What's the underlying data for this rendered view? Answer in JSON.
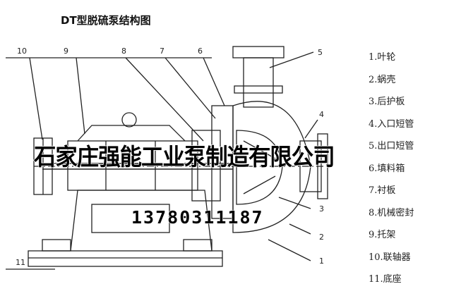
{
  "title": "DT型脱硫泵结构图",
  "callouts": [
    "10",
    "9",
    "8",
    "7",
    "6",
    "5",
    "4",
    "3",
    "2",
    "1",
    "11"
  ],
  "legend": [
    "1.叶轮",
    "2.蜗壳",
    "3.后护板",
    "4.入口短管",
    "5.出口短管",
    "6.填料箱",
    "7.衬板",
    "8.机械密封",
    "9.托架",
    "10.联轴器",
    "11.底座"
  ],
  "watermark": {
    "company": "石家庄强能工业泵制造有限公司",
    "phone": "13780311187"
  }
}
